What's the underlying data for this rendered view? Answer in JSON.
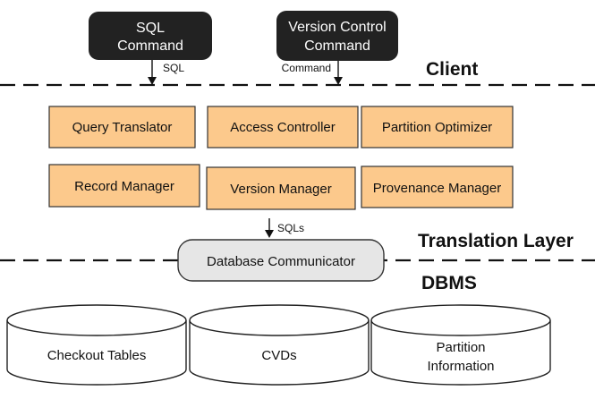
{
  "client_commands": [
    {
      "line1": "SQL",
      "line2": "Command",
      "arrow_label": "SQL"
    },
    {
      "line1": "Version Control",
      "line2": "Command",
      "arrow_label": "Command"
    }
  ],
  "layers": {
    "client": "Client",
    "translation": "Translation Layer",
    "dbms": "DBMS"
  },
  "modules": [
    [
      "Query Translator",
      "Access Controller",
      "Partition Optimizer"
    ],
    [
      "Record Manager",
      "Version Manager",
      "Provenance Manager"
    ]
  ],
  "sqls_label": "SQLs",
  "communicator": "Database Communicator",
  "storage": [
    {
      "line1": "Checkout Tables",
      "line2": ""
    },
    {
      "line1": "CVDs",
      "line2": ""
    },
    {
      "line1": "Partition",
      "line2": "Information"
    }
  ],
  "colors": {
    "command_fill": "#222222",
    "module_fill": "#fcc98c",
    "communicator_fill": "#e6e6e6"
  }
}
